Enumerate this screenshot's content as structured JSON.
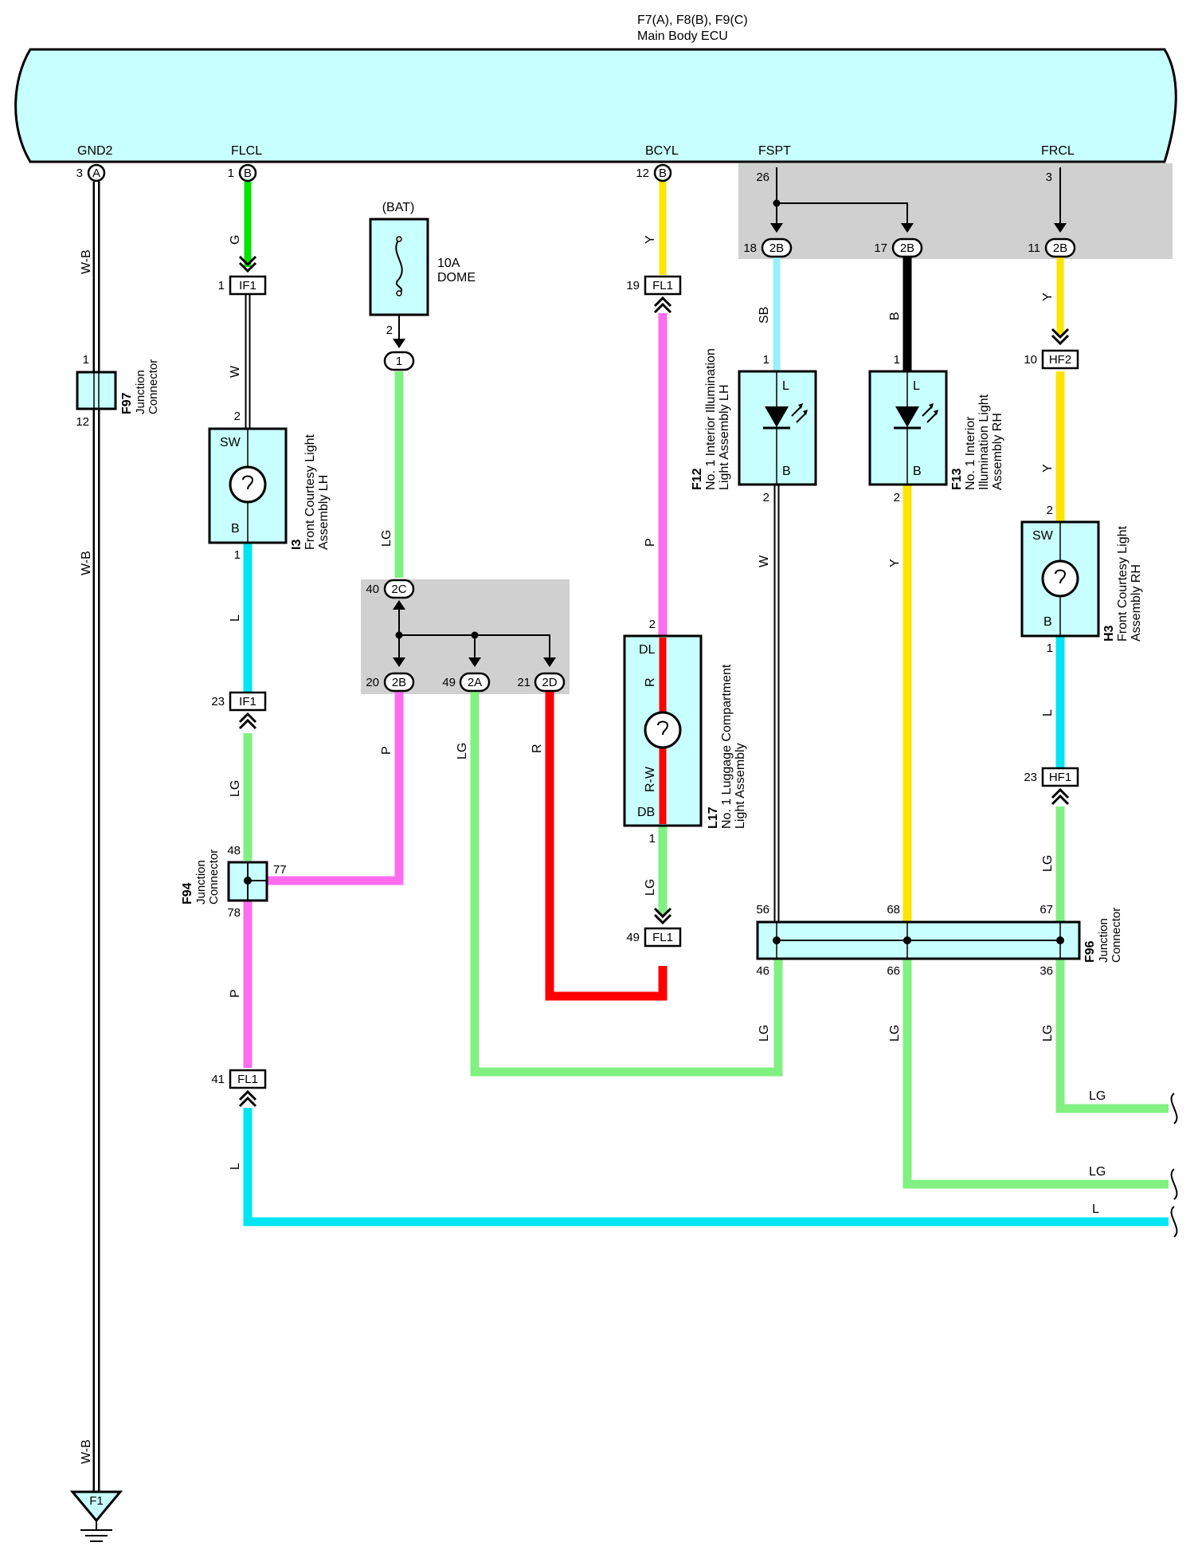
{
  "ecu": {
    "connectors_label": "F7(A), F8(B), F9(C)",
    "name": "Main Body ECU",
    "terminals": [
      {
        "name": "GND2",
        "pin": "3",
        "conn": "A"
      },
      {
        "name": "FLCL",
        "pin": "1",
        "conn": "B"
      },
      {
        "name": "BCYL",
        "pin": "12",
        "conn": "B"
      },
      {
        "name": "FSPT",
        "pin": "26"
      },
      {
        "name": "FRCL",
        "pin": "3"
      }
    ]
  },
  "fuse": {
    "source": "(BAT)",
    "rating": "10A",
    "name": "DOME",
    "pin_out": "2",
    "conn_pin": "1"
  },
  "junction_block_2": {
    "top": {
      "pin": "40",
      "conn": "2C"
    },
    "outputs": [
      {
        "pin": "20",
        "conn": "2B"
      },
      {
        "pin": "49",
        "conn": "2A"
      },
      {
        "pin": "21",
        "conn": "2D"
      }
    ]
  },
  "junction_block_1": {
    "outputs": [
      {
        "pin": "18",
        "conn": "2B"
      },
      {
        "pin": "17",
        "conn": "2B"
      },
      {
        "pin": "11",
        "conn": "2B"
      }
    ]
  },
  "connectors": [
    {
      "id": "IF1",
      "pin": "1"
    },
    {
      "id": "IF1",
      "pin": "23"
    },
    {
      "id": "FL1",
      "pin": "41"
    },
    {
      "id": "FL1",
      "pin": "19"
    },
    {
      "id": "FL1",
      "pin": "49"
    },
    {
      "id": "HF2",
      "pin": "10"
    },
    {
      "id": "HF1",
      "pin": "23"
    }
  ],
  "components": {
    "f97": {
      "code": "F97",
      "line1": "Junction",
      "line2": "Connector",
      "pin_top": "1",
      "pin_bottom": "12"
    },
    "i3": {
      "code": "I3",
      "line1": "Front Courtesy Light",
      "line2": "Assembly LH",
      "sw": "SW",
      "b": "B",
      "pin_top": "2",
      "pin_bottom": "1"
    },
    "f94": {
      "code": "F94",
      "line1": "Junction",
      "line2": "Connector",
      "pin_top": "48",
      "pin_right": "77",
      "pin_bottom": "78"
    },
    "l17": {
      "code": "L17",
      "line1": "No. 1 Luggage Compartment",
      "line2": "Light Assembly",
      "dl": "DL",
      "db": "DB",
      "pin_top": "2",
      "pin_bottom": "1"
    },
    "f12": {
      "code": "F12",
      "line1": "No. 1 Interior Illumination",
      "line2": "Light Assembly LH",
      "l": "L",
      "b": "B",
      "pin_top": "1",
      "pin_bottom": "2"
    },
    "f13": {
      "code": "F13",
      "line1": "No. 1 Interior",
      "line2": "Illumination Light",
      "line3": "Assembly RH",
      "l": "L",
      "b": "B",
      "pin_top": "1",
      "pin_bottom": "2"
    },
    "h3": {
      "code": "H3",
      "line1": "Front Courtesy Light",
      "line2": "Assembly RH",
      "sw": "SW",
      "b": "B",
      "pin_top": "2",
      "pin_bottom": "1"
    },
    "f96": {
      "code": "F96",
      "line1": "Junction",
      "line2": "Connector",
      "pins_top": [
        "56",
        "68",
        "67"
      ],
      "pins_bottom": [
        "46",
        "66",
        "36"
      ]
    },
    "ground": {
      "id": "F1"
    }
  },
  "wire_labels": {
    "wb": "W-B",
    "g": "G",
    "w": "W",
    "l": "L",
    "lg": "LG",
    "p": "P",
    "y": "Y",
    "r": "R",
    "rw": "R-W",
    "sb": "SB",
    "b": "B"
  },
  "colors": {
    "ecu_fill": "#c8ffff",
    "lg": "#80f080",
    "l": "#00e4f4",
    "p": "#ff6cf0",
    "y": "#ffe400",
    "r": "#ff0000",
    "g": "#00e400",
    "sb": "#98f0f8",
    "b": "#000000",
    "junction_block": "#d0d0d0"
  }
}
